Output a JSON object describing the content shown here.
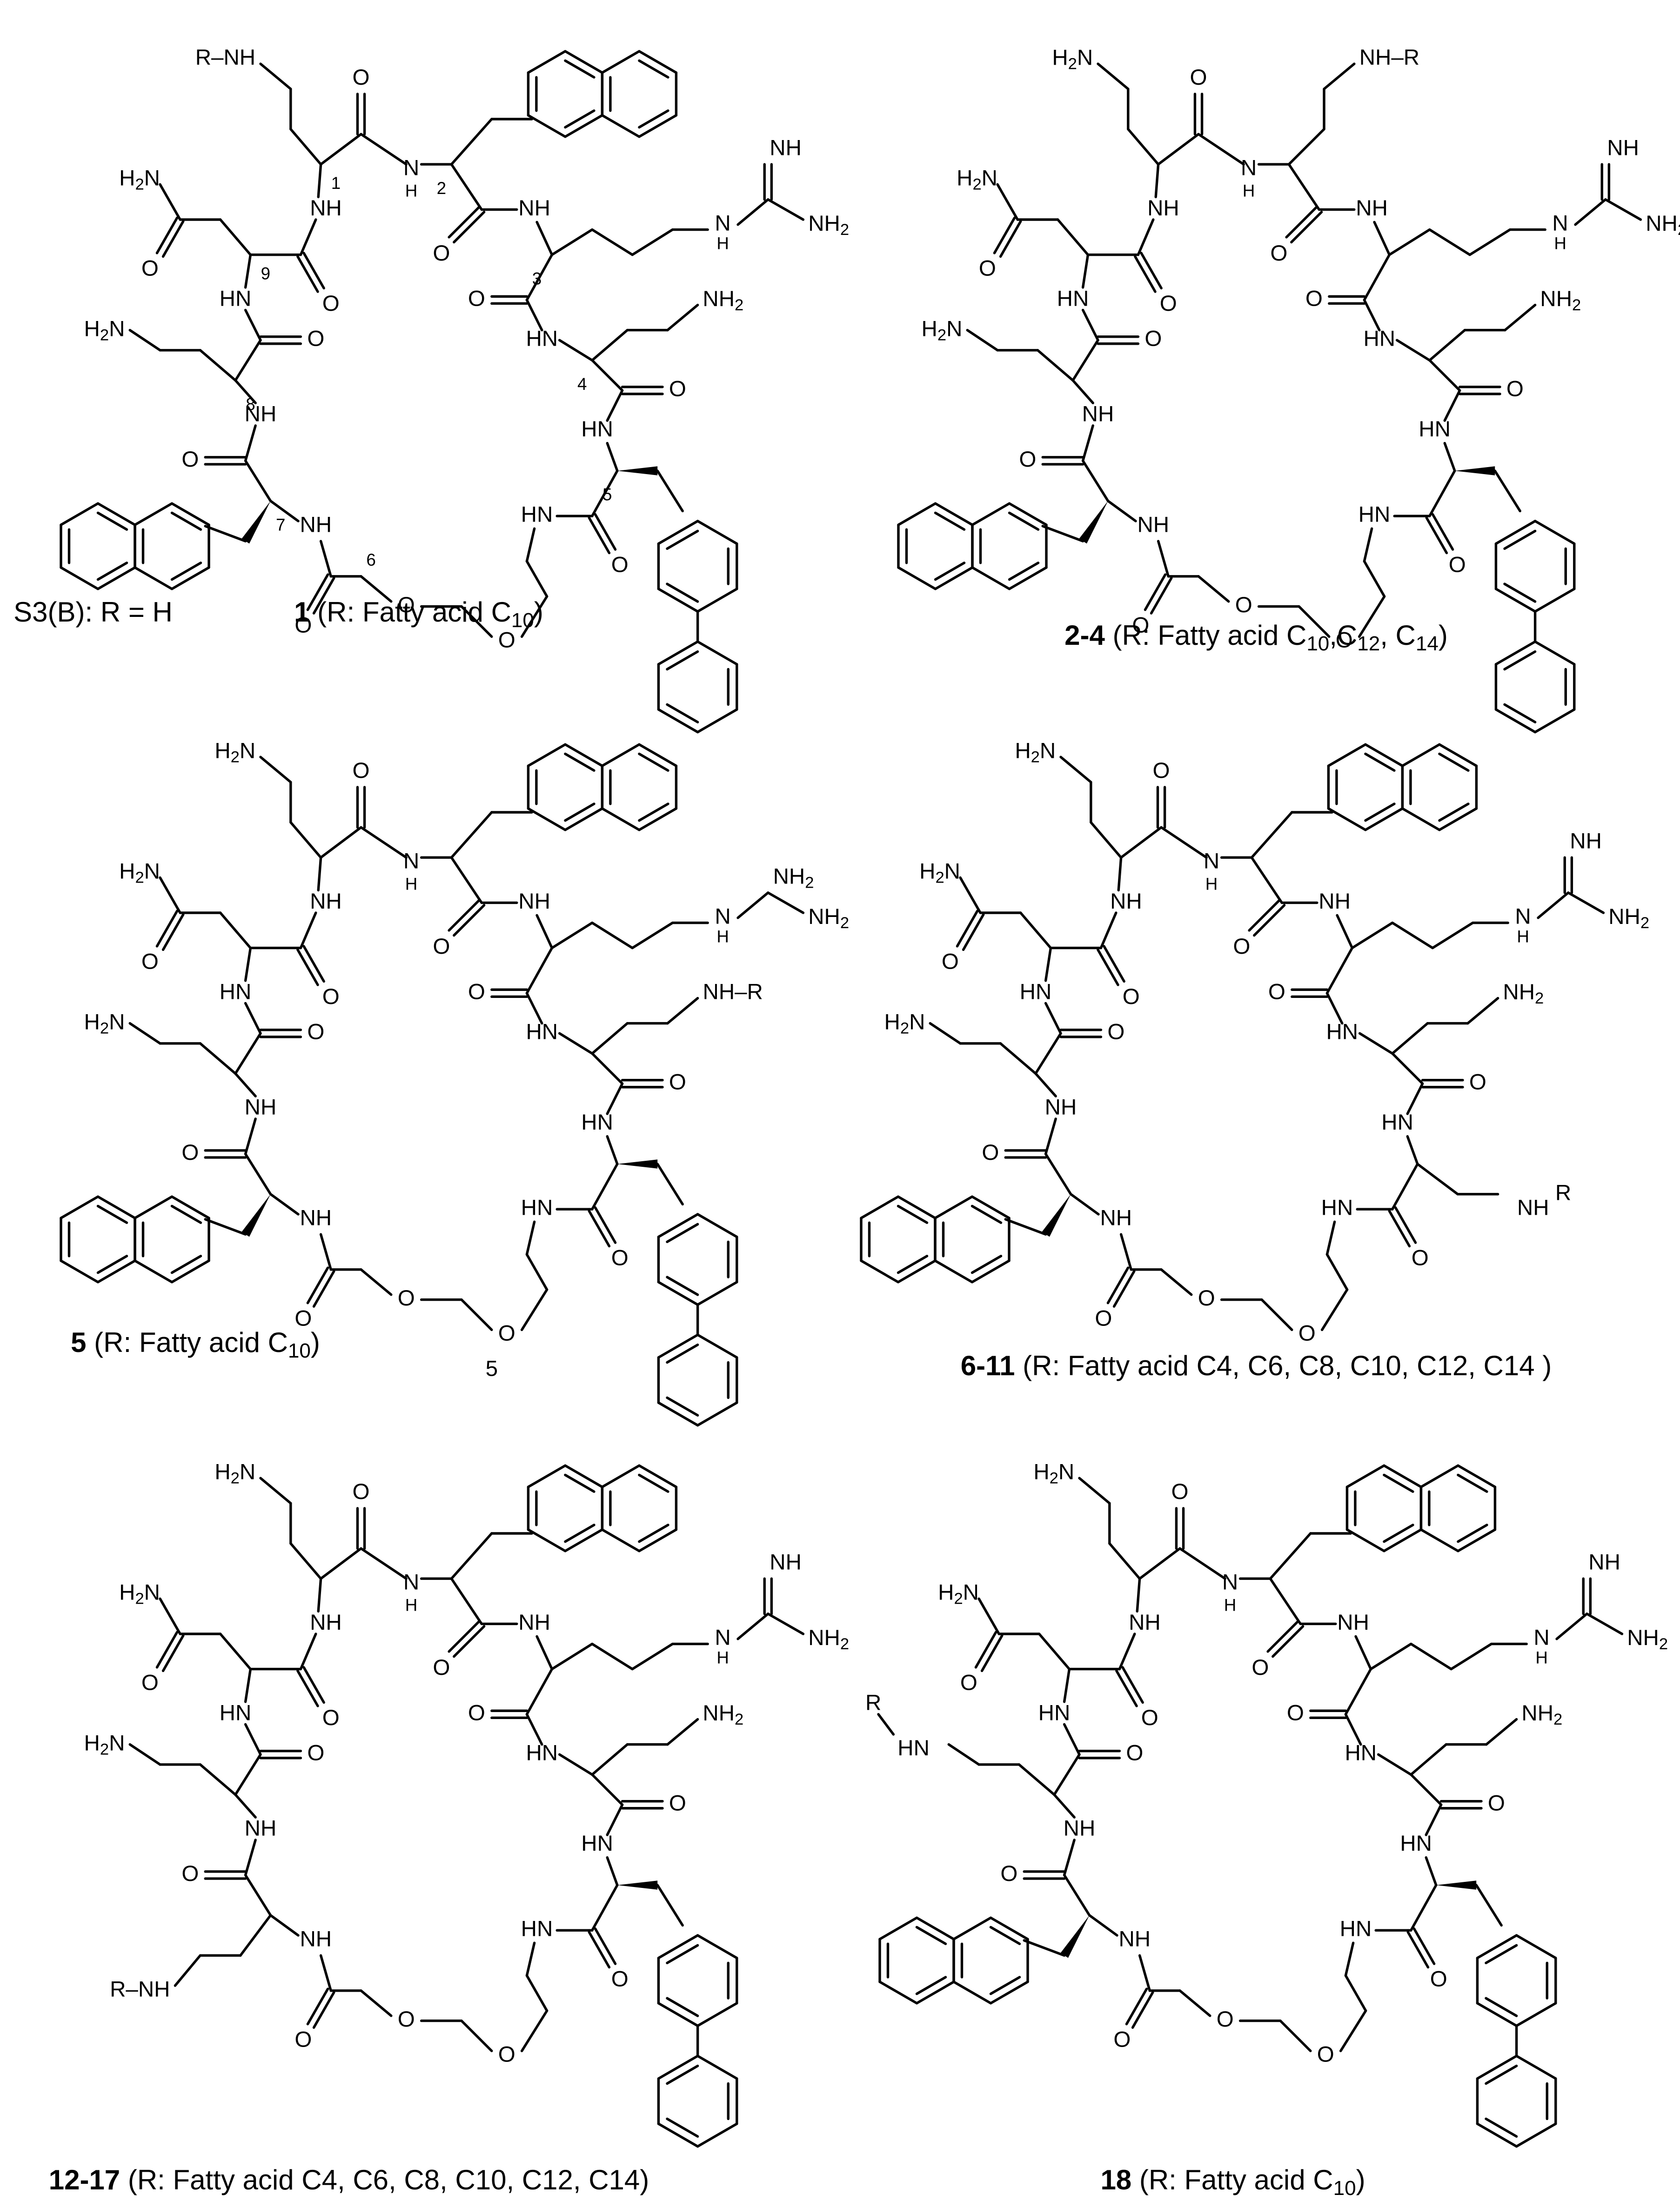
{
  "panels": [
    {
      "id": "p1",
      "r_position": "amine-1",
      "guanidine_form": "imine",
      "show_numbers": true,
      "show_five": false,
      "captions": [
        {
          "bold": "",
          "text": "S3(B): R = H"
        },
        {
          "bold": "1",
          "text": " (R: Fatty acid C",
          "sub": "10",
          "tail": ")"
        }
      ]
    },
    {
      "id": "p2",
      "r_position": "amine-2",
      "guanidine_form": "imine",
      "show_numbers": false,
      "show_five": false,
      "captions": [
        {
          "bold": "2-4",
          "text": " (R: Fatty acid C",
          "sub": "10",
          "tail": ",C",
          "sub2": "12",
          "tail2": ", C",
          "sub3": "14",
          "tail3": ")"
        }
      ]
    },
    {
      "id": "p3",
      "r_position": "amine-4",
      "guanidine_form": "amine",
      "show_numbers": false,
      "show_five": true,
      "captions": [
        {
          "bold": "5",
          "text": " (R: Fatty acid C",
          "sub": "10",
          "tail": ")"
        }
      ]
    },
    {
      "id": "p4",
      "r_position": "amine-5",
      "guanidine_form": "imine",
      "show_numbers": false,
      "show_five": false,
      "captions": [
        {
          "bold": "6-11",
          "text": " (R: Fatty acid C4, C6, C8, C10, C12, C14 )"
        }
      ]
    },
    {
      "id": "p5",
      "r_position": "amine-7",
      "guanidine_form": "imine",
      "show_numbers": false,
      "show_five": false,
      "captions": [
        {
          "bold": "12-17",
          "text": " (R: Fatty acid C4, C6, C8, C10, C12, C14)"
        }
      ]
    },
    {
      "id": "p6",
      "r_position": "amine-8",
      "guanidine_form": "imine",
      "show_numbers": false,
      "show_five": false,
      "captions": [
        {
          "bold": "18",
          "text": " (R: Fatty acid C",
          "sub": "10",
          "tail": ")"
        }
      ]
    }
  ],
  "labels": {
    "nh2": "H2N",
    "nh2_right": "NH2",
    "nh": "NH",
    "hn": "HN",
    "h": "H",
    "n": "N",
    "o": "O",
    "r": "R",
    "nh_r": "NH–R",
    "r_nh": "R–NH",
    "r_hn": "HN",
    "imine": "NH",
    "five": "5",
    "residue_numbers": [
      "1",
      "2",
      "3",
      "4",
      "5",
      "6",
      "7",
      "8",
      "9"
    ]
  }
}
